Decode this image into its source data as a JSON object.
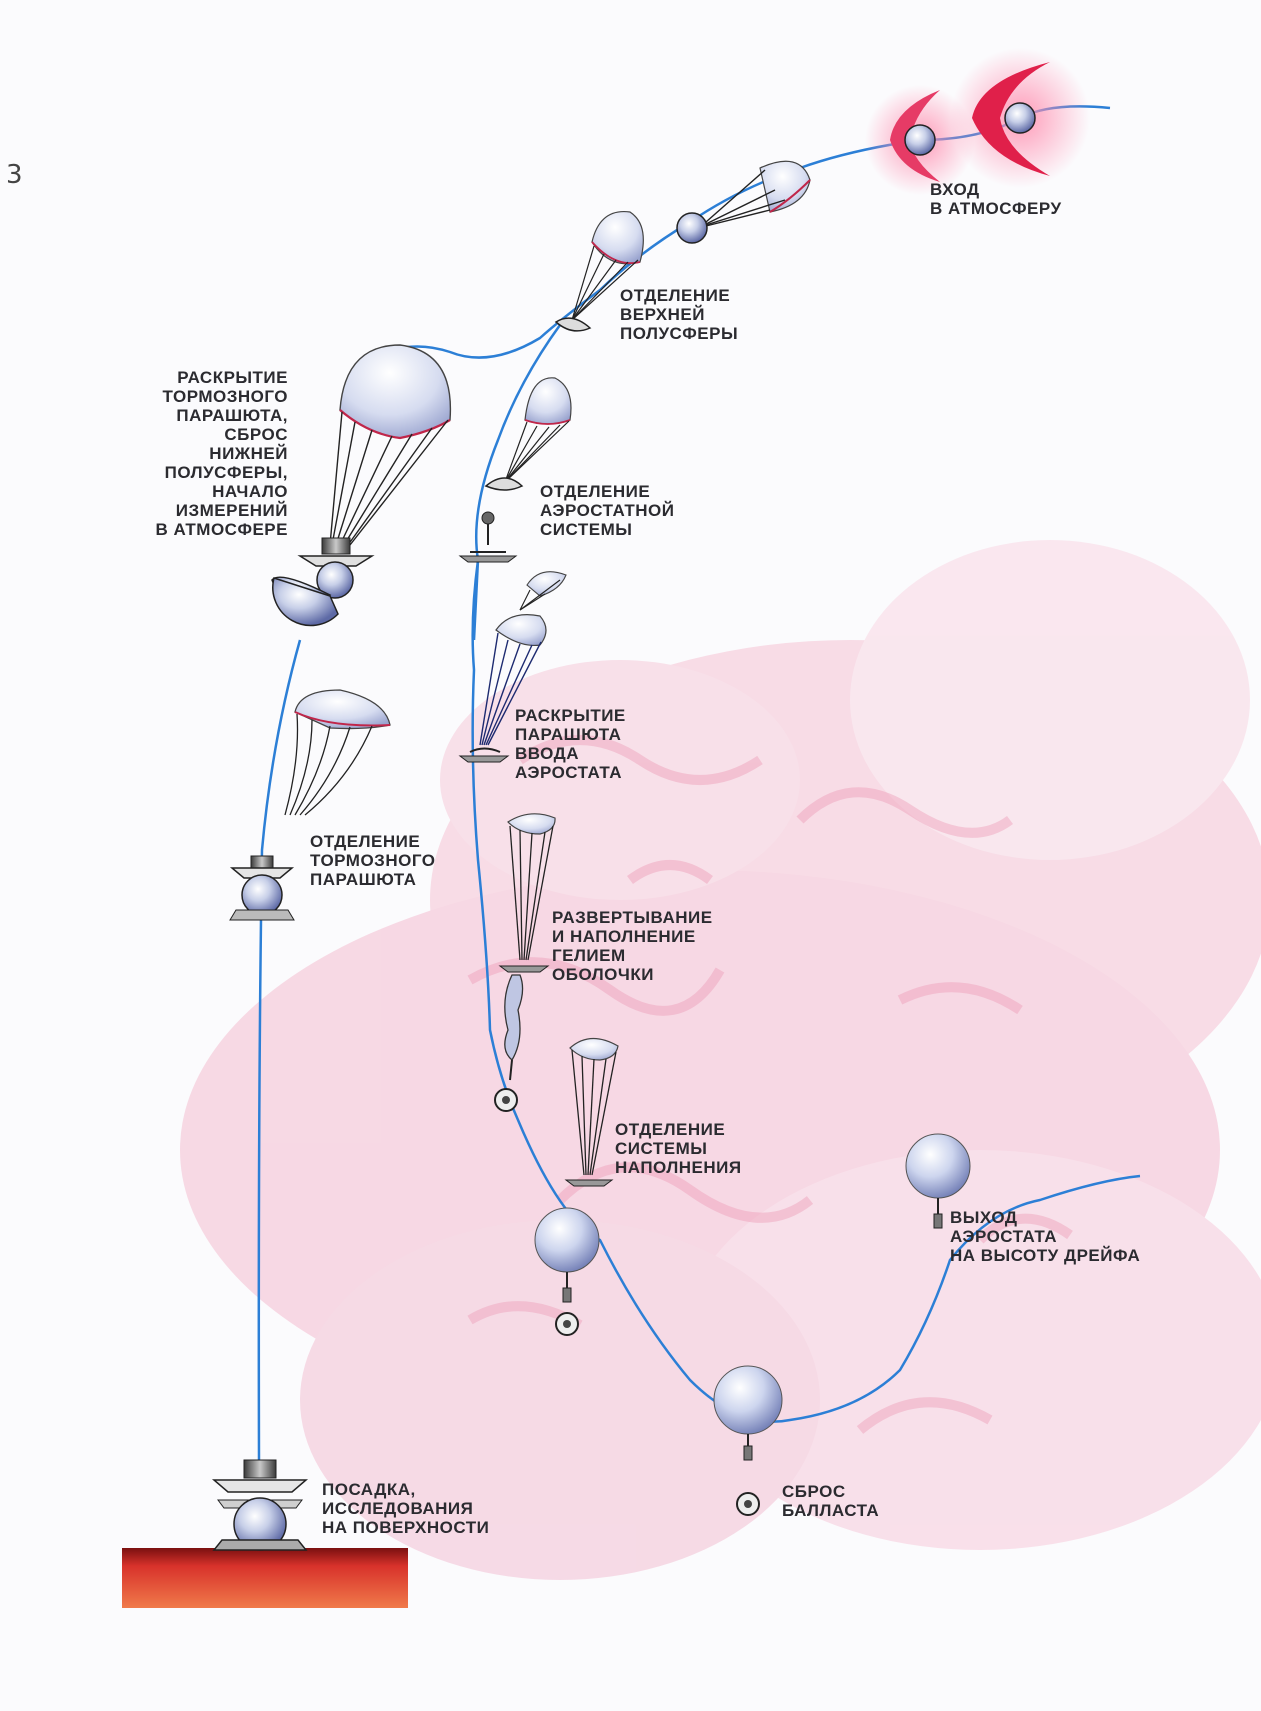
{
  "colors": {
    "trajectory": "#2c7fd6",
    "fire": "#e0204a",
    "cloud": "#f3b7cc",
    "ground": "#d8322b",
    "ground_dark": "#7a1010",
    "label": "#2b2b30"
  },
  "edge_mark": "3",
  "stages": [
    {
      "id": "entry",
      "lines": [
        "ВХОД",
        "В АТМОСФЕРУ"
      ]
    },
    {
      "id": "upper-hemisphere-separation",
      "lines": [
        "ОТДЕЛЕНИЕ",
        "ВЕРХНЕЙ",
        "ПОЛУСФЕРЫ"
      ]
    },
    {
      "id": "brake-parachute-deploy",
      "lines": [
        "РАСКРЫТИЕ",
        "ТОРМОЗНОГО",
        "ПАРАШЮТА,",
        "СБРОС",
        "НИЖНЕЙ",
        "ПОЛУСФЕРЫ,",
        "НАЧАЛО",
        "ИЗМЕРЕНИЙ",
        "В АТМОСФЕРЕ"
      ]
    },
    {
      "id": "aerostat-system-separation",
      "lines": [
        "ОТДЕЛЕНИЕ",
        "АЭРОСТАТНОЙ",
        "СИСТЕМЫ"
      ]
    },
    {
      "id": "aerostat-parachute-deploy",
      "lines": [
        "РАСКРЫТИЕ",
        "ПАРАШЮТА",
        "ВВОДА",
        "АЭРОСТАТА"
      ]
    },
    {
      "id": "brake-parachute-separation",
      "lines": [
        "ОТДЕЛЕНИЕ",
        "ТОРМОЗНОГО",
        "ПАРАШЮТА"
      ]
    },
    {
      "id": "envelope-inflation",
      "lines": [
        "РАЗВЕРТЫВАНИЕ",
        "И НАПОЛНЕНИЕ",
        "ГЕЛИЕМ",
        "ОБОЛОЧКИ"
      ]
    },
    {
      "id": "inflation-system-separation",
      "lines": [
        "ОТДЕЛЕНИЕ",
        "СИСТЕМЫ",
        "НАПОЛНЕНИЯ"
      ]
    },
    {
      "id": "drift-altitude",
      "lines": [
        "ВЫХОД",
        "АЭРОСТАТА",
        "НА ВЫСОТУ ДРЕЙФА"
      ]
    },
    {
      "id": "ballast-drop",
      "lines": [
        "СБРОС",
        "БАЛЛАСТА"
      ]
    },
    {
      "id": "landing",
      "lines": [
        "ПОСАДКА,",
        "ИССЛЕДОВАНИЯ",
        "НА ПОВЕРХНОСТИ"
      ]
    }
  ]
}
